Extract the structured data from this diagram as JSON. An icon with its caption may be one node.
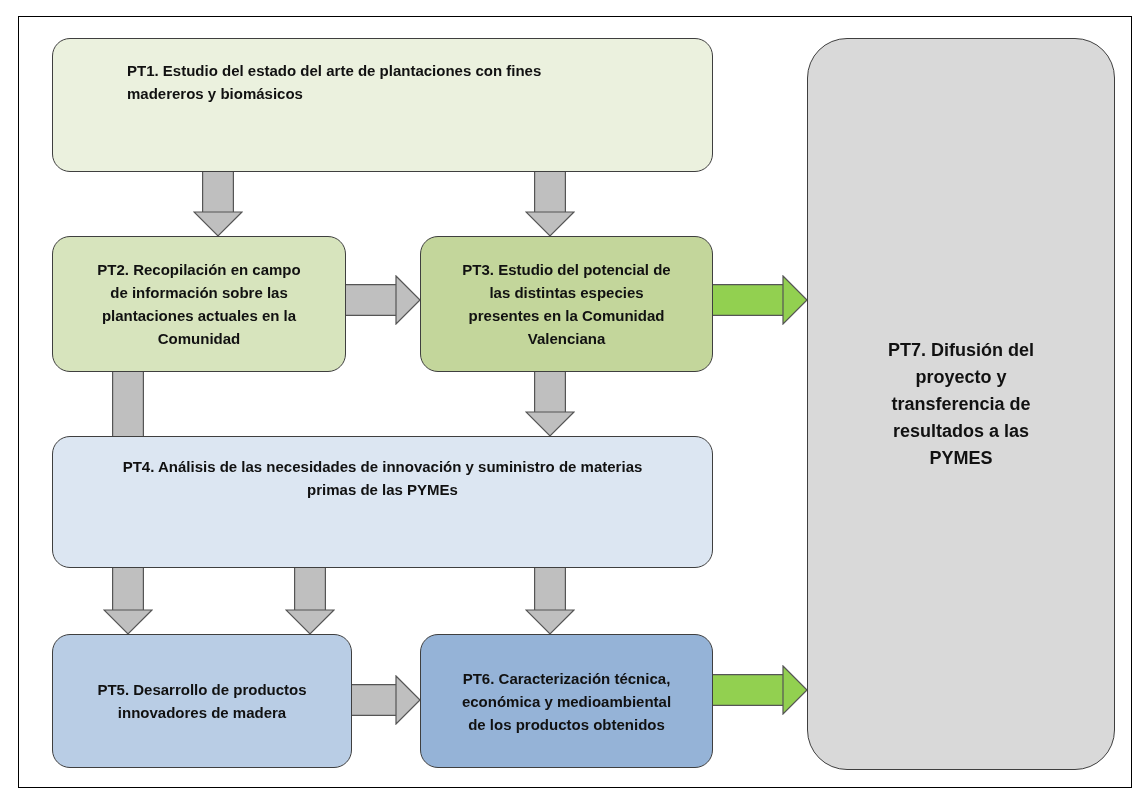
{
  "diagram": {
    "nodes": [
      {
        "text": [
          "PT1. Estudio del estado del arte de plantaciones con fines madereros y biomásicos"
        ]
      },
      {
        "text": [
          "PT2. Recopilación en campo de información sobre las plantaciones actuales en la Comunidad"
        ]
      },
      {
        "text": [
          "PT3. Estudio del potencial de las distintas especies presentes en la Comunidad Valenciana"
        ]
      },
      {
        "text": [
          "PT4. Análisis de las necesidades de innovación y suministro de materias primas de las PYMEs"
        ]
      },
      {
        "text": [
          "PT5. Desarrollo de productos innovadores de madera"
        ]
      },
      {
        "text": [
          "PT6. Caracterización técnica, económica y medioambiental de los productos obtenidos"
        ]
      },
      {
        "text": [
          "PT7. Difusión del proyecto y transferencia de resultados a las PYMES"
        ]
      }
    ],
    "edges": [
      {
        "from": 0,
        "to": 1,
        "arrow": "to"
      },
      {
        "from": 0,
        "to": 2,
        "arrow": "to"
      },
      {
        "from": 1,
        "to": 2,
        "arrow": "to"
      },
      {
        "from": 1,
        "to": 3,
        "arrow": "none"
      },
      {
        "from": 2,
        "to": 3,
        "arrow": "to"
      },
      {
        "from": 3,
        "to": 4,
        "arrow": "to"
      },
      {
        "from": 3,
        "to": 4,
        "arrow": "to"
      },
      {
        "from": 3,
        "to": 5,
        "arrow": "to"
      },
      {
        "from": 4,
        "to": 5,
        "arrow": "to"
      },
      {
        "from": 2,
        "to": 6,
        "arrow": "to",
        "color": "#92d050"
      },
      {
        "from": 5,
        "to": 6,
        "arrow": "to",
        "color": "#92d050"
      }
    ]
  }
}
